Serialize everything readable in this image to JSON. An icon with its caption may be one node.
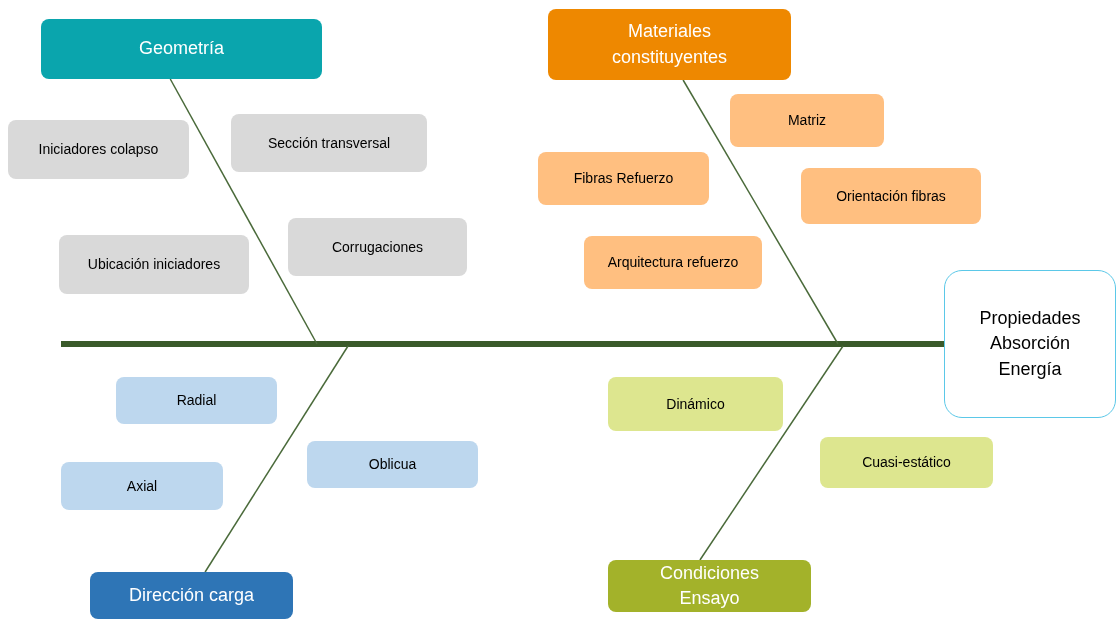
{
  "diagram": {
    "nodes": [
      {
        "text": [
          "Geometría"
        ]
      },
      {
        "text": [
          "Materiales constituyentes"
        ]
      },
      {
        "text": [
          "Iniciadores colapso"
        ]
      },
      {
        "text": [
          "Sección transversal"
        ]
      },
      {
        "text": [
          "Matriz"
        ]
      },
      {
        "text": [
          "Fibras Refuerzo"
        ]
      },
      {
        "text": [
          "Orientación fibras"
        ]
      },
      {
        "text": [
          "Ubicación iniciadores"
        ]
      },
      {
        "text": [
          "Corrugaciones"
        ]
      },
      {
        "text": [
          "Arquitectura  refuerzo"
        ]
      },
      {
        "text": [
          "Propiedades Absorción Energía"
        ]
      },
      {
        "text": [
          "Radial"
        ]
      },
      {
        "text": [
          "Dinámico"
        ]
      },
      {
        "text": [
          "Oblicua"
        ]
      },
      {
        "text": [
          "Cuasi-estático"
        ]
      },
      {
        "text": [
          "Axial"
        ]
      },
      {
        "text": [
          "Dirección carga"
        ]
      },
      {
        "text": [
          "Condiciones Ensayo"
        ]
      }
    ],
    "edges": [
      {
        "from": null,
        "to": 10,
        "arrow": "none",
        "style": "thick"
      },
      {
        "from": 0,
        "to": null,
        "arrow": "none"
      },
      {
        "from": 1,
        "to": null,
        "arrow": "none"
      },
      {
        "from": 16,
        "to": null,
        "arrow": "none"
      },
      {
        "from": 17,
        "to": null,
        "arrow": "none"
      }
    ]
  }
}
